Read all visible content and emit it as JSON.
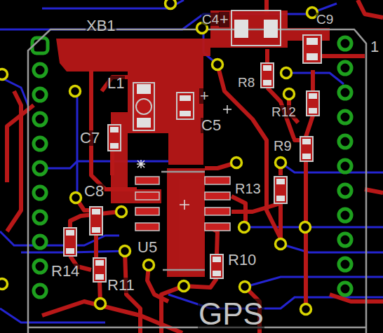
{
  "diagram": {
    "labels": [
      "XB1",
      "C4",
      "+",
      "C9",
      "L1",
      "R8",
      "+",
      "C5",
      "R12",
      "C7",
      "R9",
      "C8",
      "R13",
      "U5",
      "R10",
      "R14",
      "R11",
      "GPS",
      "1"
    ]
  }
}
